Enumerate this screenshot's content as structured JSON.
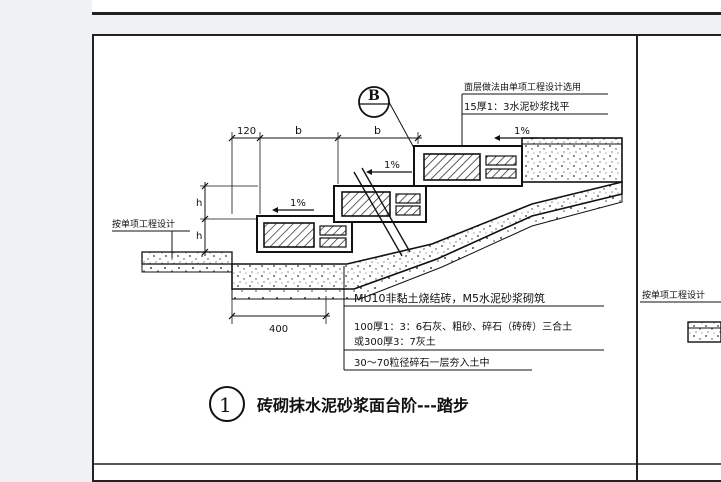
{
  "dimensions": {
    "d120": "120",
    "b1": "b",
    "b2": "b",
    "h1": "h",
    "h2": "h",
    "d400": "400"
  },
  "slopes": {
    "upper": "1%",
    "middle": "1%",
    "lower": "1%"
  },
  "detail_marker": {
    "label": "B"
  },
  "notes": {
    "surface": "面层做法由单项工程设计选用",
    "plaster": "15厚1：3水泥砂浆找平",
    "left": "按单项工程设计",
    "right": "按单项工程设计",
    "masonry": "MU10非黏土烧结砖，M5水泥砂浆砌筑",
    "base_line1": "100厚1：3：6石灰、粗砂、碎石（砖砖）三合土",
    "base_line2": "或300厚3：7灰土",
    "gravel": "30～70粒径碎石一层夯入土中"
  },
  "title": {
    "number": "1",
    "text": "砖砌抹水泥砂浆面台阶---踏步"
  }
}
